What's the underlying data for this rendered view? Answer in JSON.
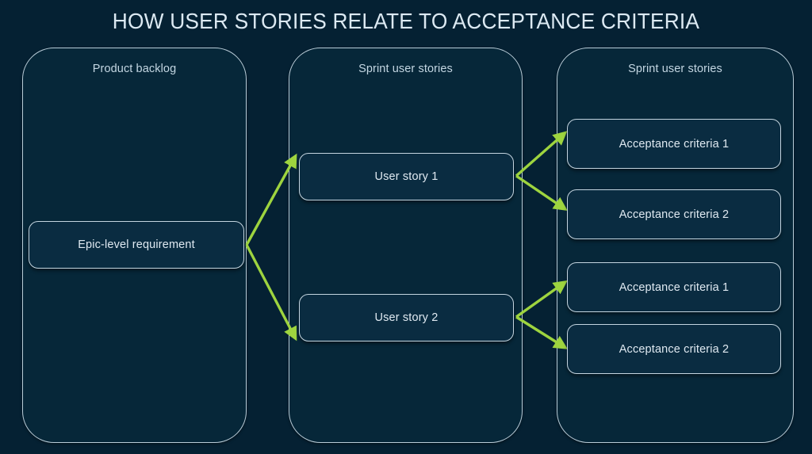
{
  "title": "HOW USER STORIES RELATE TO ACCEPTANCE CRITERIA",
  "colors": {
    "background": "#052133",
    "lane_fill": "#062739",
    "lane_border": "#b9ccd8",
    "node_fill": "#0a2c41",
    "node_border": "#c4d5e0",
    "text": "#dfe9f1",
    "arrow": "#9ed43f"
  },
  "lanes": [
    {
      "id": "product-backlog",
      "label": "Product backlog"
    },
    {
      "id": "sprint-user-stories-1",
      "label": "Sprint user stories"
    },
    {
      "id": "sprint-user-stories-2",
      "label": "Sprint user stories"
    }
  ],
  "nodes": {
    "epic": "Epic-level requirement",
    "user_story_1": "User story 1",
    "user_story_2": "User story 2",
    "acceptance_criteria_1a": "Acceptance criteria 1",
    "acceptance_criteria_1b": "Acceptance criteria 2",
    "acceptance_criteria_2a": "Acceptance criteria 1",
    "acceptance_criteria_2b": "Acceptance criteria 2"
  },
  "connections": [
    {
      "from": "epic",
      "to": "user_story_1"
    },
    {
      "from": "epic",
      "to": "user_story_2"
    },
    {
      "from": "user_story_1",
      "to": "acceptance_criteria_1a"
    },
    {
      "from": "user_story_1",
      "to": "acceptance_criteria_1b"
    },
    {
      "from": "user_story_2",
      "to": "acceptance_criteria_2a"
    },
    {
      "from": "user_story_2",
      "to": "acceptance_criteria_2b"
    }
  ]
}
